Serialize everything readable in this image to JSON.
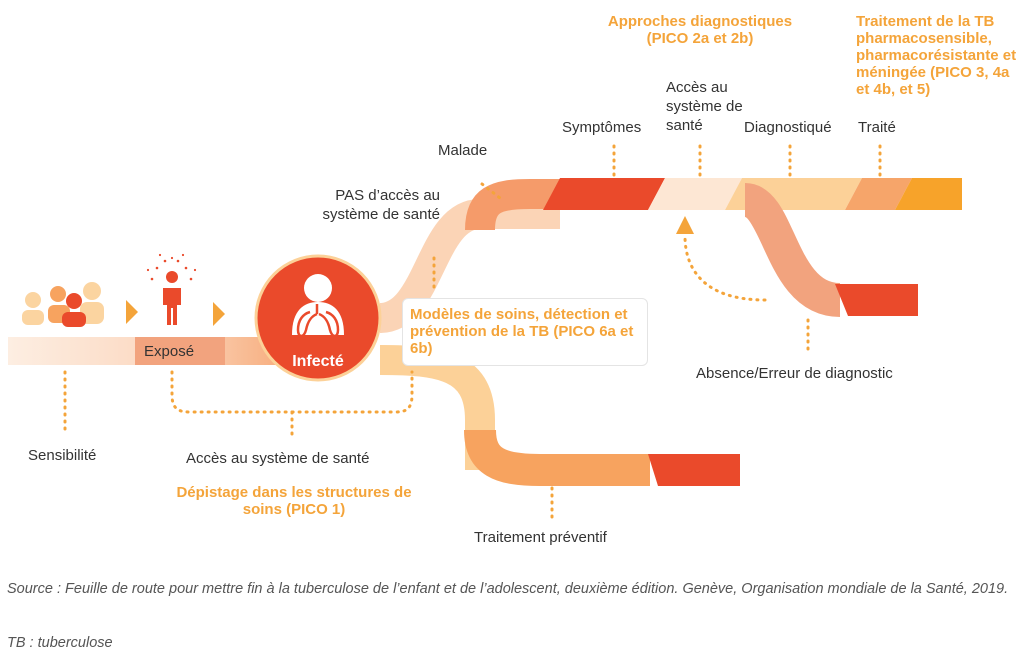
{
  "labels": {
    "expose": "Exposé",
    "infecte": "Infecté",
    "sensibilite": "Sensibilité",
    "acces_sante_bas": "Accès au système de santé",
    "pas_acces": "PAS d’accès au système de santé",
    "malade": "Malade",
    "symptomes": "Symptômes",
    "acces_systeme_haut": "Accès au système de santé",
    "diagnostique": "Diagnostiqué",
    "traite": "Traité",
    "absence_erreur": "Absence/Erreur de diagnostic",
    "traitement_preventif": "Traitement préventif"
  },
  "highlights": {
    "approches": "Approches diagnostiques (PICO 2a et 2b)",
    "traitement_tb": "Traitement de la TB pharmacosensible, pharmacorésistante et méningée (PICO 3, 4a et 4b, et 5)",
    "modeles": "Modèles de soins, détection et prévention de la TB (PICO 6a et 6b)",
    "depistage": "Dépistage dans les structures de soins (PICO 1)"
  },
  "footer": {
    "source": "Source : Feuille de route pour mettre fin à la tuberculose de l’enfant et de l’adolescent, deuxième édition. Genève, Organisation mondiale de la Santé, 2019.",
    "abbreviation": "TB : tuberculose"
  },
  "colors": {
    "red": "#ea4a2b",
    "orange": "#f4a43a",
    "salmon": "#f2a37e",
    "peach": "#fbd4b6",
    "light": "#fde7d4",
    "yellow": "#fcd198",
    "dot": "#f4a43a"
  },
  "icons": [
    "people-group-icon",
    "infected-person-icon",
    "lungs-icon",
    "arrow-right-icon"
  ]
}
